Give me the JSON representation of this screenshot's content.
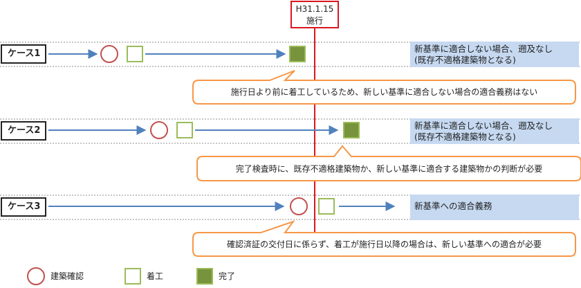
{
  "effective_date": {
    "date": "H31.1.15",
    "label": "施行"
  },
  "cases": [
    {
      "label": "ケース1",
      "result_lines": [
        "新基準に適合しない場合、遡及なし",
        "(既存不適格建築物となる)"
      ],
      "callout": "施行日より前に着工しているため、新しい基準に適合しない場合の適合義務はない"
    },
    {
      "label": "ケース2",
      "result_lines": [
        "新基準に適合しない場合、遡及なし",
        "(既存不適格建築物となる)"
      ],
      "callout": "完了検査時に、既存不適格建築物か、新しい基準に適合する建築物かの判断が必要"
    },
    {
      "label": "ケース3",
      "result_lines": [
        "新基準への適合義務"
      ],
      "callout": "確認済証の交付日に係らず、着工が施行日以降の場合は、新しい基準への適合が必要"
    }
  ],
  "legend": {
    "confirmation": "建築確認",
    "start": "着工",
    "complete": "完了"
  },
  "colors": {
    "arrow": "#4f81bd",
    "confirmation_circle": "#c0504d",
    "start_square": "#9bbb59",
    "complete_fill": "#77933c",
    "date_line": "#d9161f",
    "callout_border": "#f79646",
    "result_bg": "#c6d9f1"
  }
}
